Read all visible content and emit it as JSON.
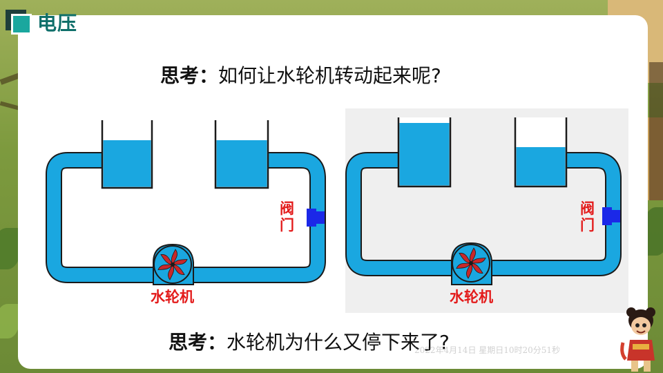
{
  "header": {
    "title": "电压"
  },
  "question1": {
    "prefix": "思考：",
    "text": "如何让水轮机转动起来呢?"
  },
  "question2": {
    "prefix": "思考：",
    "text": "水轮机为什么又停下来了?"
  },
  "diagram_left": {
    "valve_label": "阀门",
    "turbine_label": "水轮机"
  },
  "diagram_right": {
    "valve_label": "阀门",
    "turbine_label": "水轮机"
  },
  "timestamp_watermark": "2022年4月14日 星期日10时20分51秒",
  "colors": {
    "water": "#1aa7e0",
    "outline": "#1a1a1a",
    "label": "#e31b1b",
    "valve": "#1b28e8",
    "title": "#0f6f6a",
    "marker": "#1aa79e"
  },
  "icons": [
    "turbine-rotor-icon",
    "valve-icon",
    "cartoon-mascot-icon"
  ]
}
